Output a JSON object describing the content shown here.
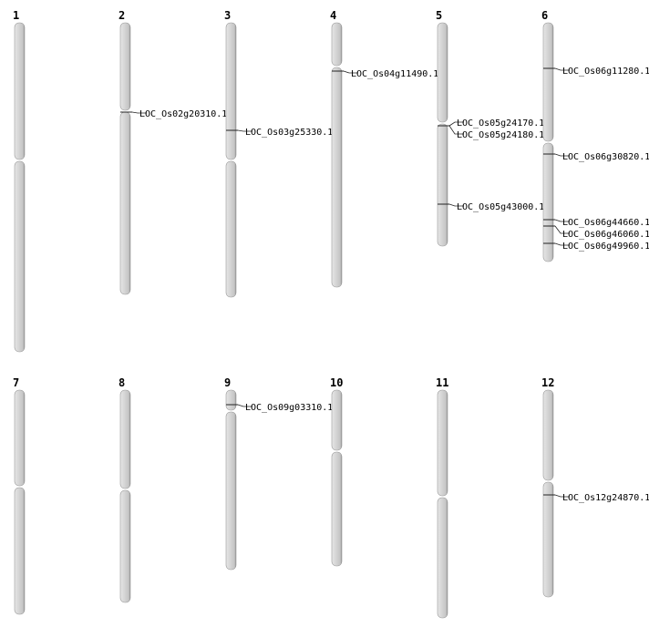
{
  "chromosomes": [
    {
      "name": "1",
      "genes": []
    },
    {
      "name": "2",
      "genes": [
        "LOC_Os02g20310.1"
      ]
    },
    {
      "name": "3",
      "genes": [
        "LOC_Os03g25330.1"
      ]
    },
    {
      "name": "4",
      "genes": [
        "LOC_Os04g11490.1"
      ]
    },
    {
      "name": "5",
      "genes": [
        "LOC_Os05g24170.1",
        "LOC_Os05g24180.1",
        "LOC_Os05g43000.1"
      ]
    },
    {
      "name": "6",
      "genes": [
        "LOC_Os06g11280.1",
        "LOC_Os06g30820.1",
        "LOC_Os06g44660.1",
        "LOC_Os06g46060.1",
        "LOC_Os06g49960.1"
      ]
    },
    {
      "name": "7",
      "genes": []
    },
    {
      "name": "8",
      "genes": []
    },
    {
      "name": "9",
      "genes": [
        "LOC_Os09g03310.1"
      ]
    },
    {
      "name": "10",
      "genes": []
    },
    {
      "name": "11",
      "genes": []
    },
    {
      "name": "12",
      "genes": [
        "LOC_Os12g24870.1"
      ]
    }
  ]
}
